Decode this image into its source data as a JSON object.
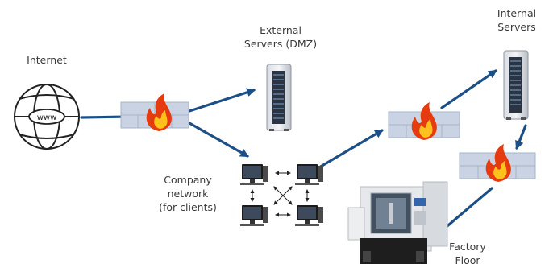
{
  "labels": {
    "internet": "Internet",
    "www": "www",
    "external_servers_line1": "External",
    "external_servers_line2": "Servers (DMZ)",
    "internal_servers_line1": "Internal",
    "internal_servers_line2": "Servers",
    "company_network_line1": "Company",
    "company_network_line2": "network",
    "company_network_line3": "(for clients)",
    "factory_floor_line1": "Factory",
    "factory_floor_line2": "Floor"
  },
  "colors": {
    "arrow": "#1c4f86",
    "firewall_brick": "#c9d3e3",
    "firewall_brick_edge": "#a6b4ca",
    "flame_outer": "#e53b0e",
    "flame_inner": "#ffc21c",
    "text": "#3a3a3a"
  }
}
